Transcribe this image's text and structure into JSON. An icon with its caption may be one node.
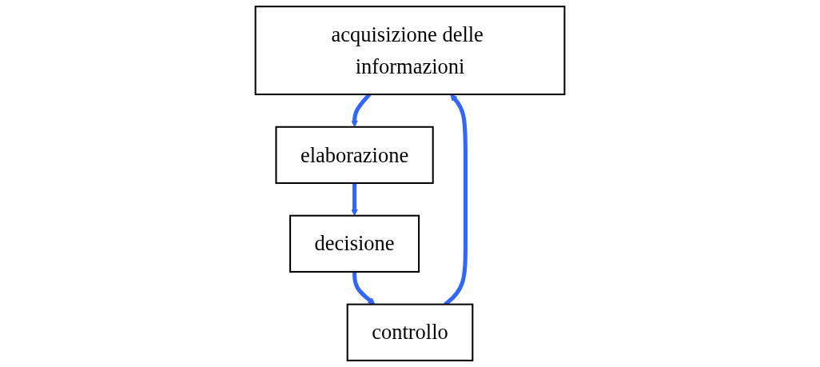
{
  "diagram": {
    "nodes": [
      {
        "text": [
          "acquisizione delle informazioni"
        ]
      },
      {
        "text": [
          "elaborazione"
        ]
      },
      {
        "text": [
          "decisione"
        ]
      },
      {
        "text": [
          "controllo"
        ]
      }
    ],
    "edges": [
      {
        "from": 0,
        "to": 1,
        "arrow": "to"
      },
      {
        "from": 1,
        "to": 2,
        "arrow": "to"
      },
      {
        "from": 2,
        "to": 3,
        "arrow": "to"
      },
      {
        "from": 3,
        "to": 0,
        "arrow": "to"
      }
    ]
  }
}
